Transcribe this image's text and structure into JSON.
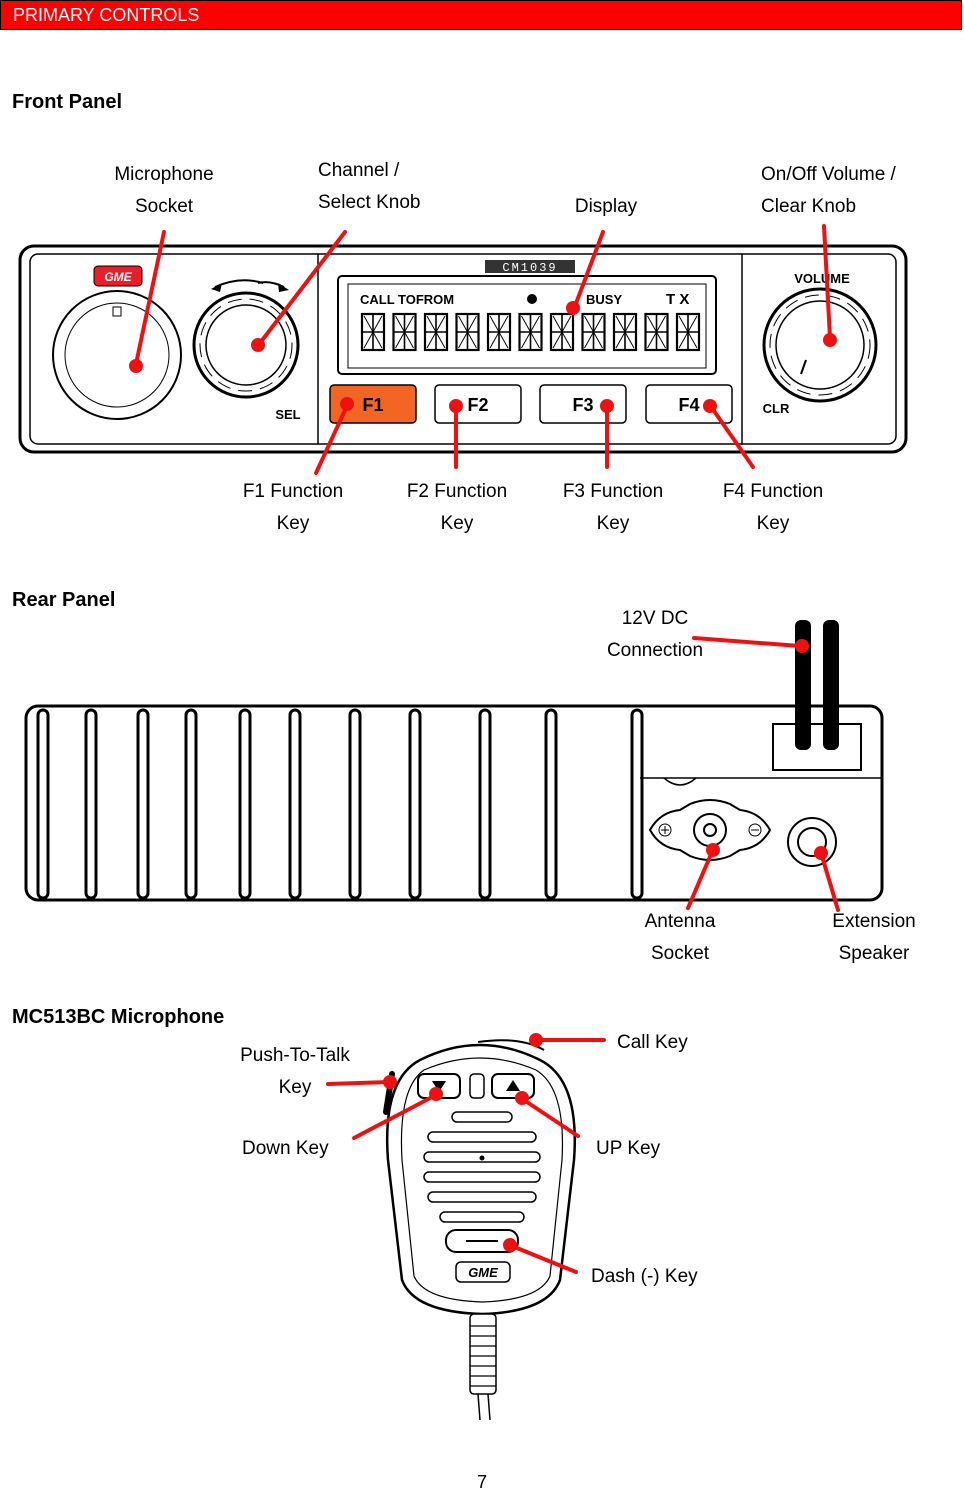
{
  "header": {
    "title": "PRIMARY CONTROLS",
    "bar_color": "#ff0000"
  },
  "front_panel": {
    "title": "Front Panel",
    "labels": {
      "microphone_socket": [
        "Microphone",
        "Socket"
      ],
      "channel_select_knob": [
        "Channel /",
        "Select Knob"
      ],
      "display": "Display",
      "volume_clear_knob": [
        "On/Off Volume /",
        "Clear Knob"
      ],
      "f1": [
        "F1 Function",
        "Key"
      ],
      "f2": [
        "F2 Function",
        "Key"
      ],
      "f3": [
        "F3 Function",
        "Key"
      ],
      "f4": [
        "F4 Function",
        "Key"
      ]
    },
    "device": {
      "brand": "GME",
      "model": "CM1039",
      "lcd_call": "CALL TOFROM",
      "lcd_busy": "BUSY",
      "lcd_tx": "T X",
      "volume": "VOLUME",
      "sel": "SEL",
      "clr": "CLR",
      "keys": [
        "F1",
        "F2",
        "F3",
        "F4"
      ]
    }
  },
  "rear_panel": {
    "title": "Rear Panel",
    "labels": {
      "dc": [
        "12V DC",
        "Connection"
      ],
      "antenna": [
        "Antenna",
        "Socket"
      ],
      "speaker": [
        "Extension",
        "Speaker"
      ]
    }
  },
  "microphone": {
    "title": "MC513BC Microphone",
    "brand": "GME",
    "labels": {
      "ptt": [
        "Push-To-Talk",
        "Key"
      ],
      "call": "Call Key",
      "down": "Down Key",
      "up": "UP Key",
      "dash": "Dash (-) Key"
    }
  },
  "page_number": "7",
  "colors": {
    "accent": "#ff0000",
    "f1_key": "#f26522",
    "callout": "#ee1111"
  }
}
